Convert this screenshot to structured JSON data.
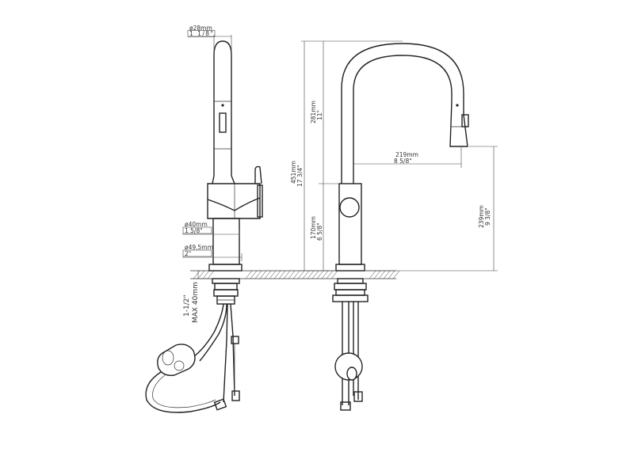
{
  "side_view": {
    "spout_diameter": {
      "metric": "ø28mm",
      "imperial": "1 1/8\""
    },
    "body_diameter": {
      "metric": "ø40mm",
      "imperial": "1 5/8\""
    },
    "base_diameter": {
      "metric": "ø49,5mm",
      "imperial": "2\""
    },
    "hole_size": "1-1/2\"",
    "deck_max": "MAX 40mm"
  },
  "front_view": {
    "total_height": {
      "metric": "451mm",
      "imperial": "17 3/4\""
    },
    "spout_height": {
      "metric": "281mm",
      "imperial": "11\""
    },
    "body_height": {
      "metric": "170mm",
      "imperial": "6 5/8\""
    },
    "reach": {
      "metric": "219mm",
      "imperial": "8 5/8\""
    },
    "clearance": {
      "metric": "239mm",
      "imperial": "9 3/8\""
    }
  }
}
